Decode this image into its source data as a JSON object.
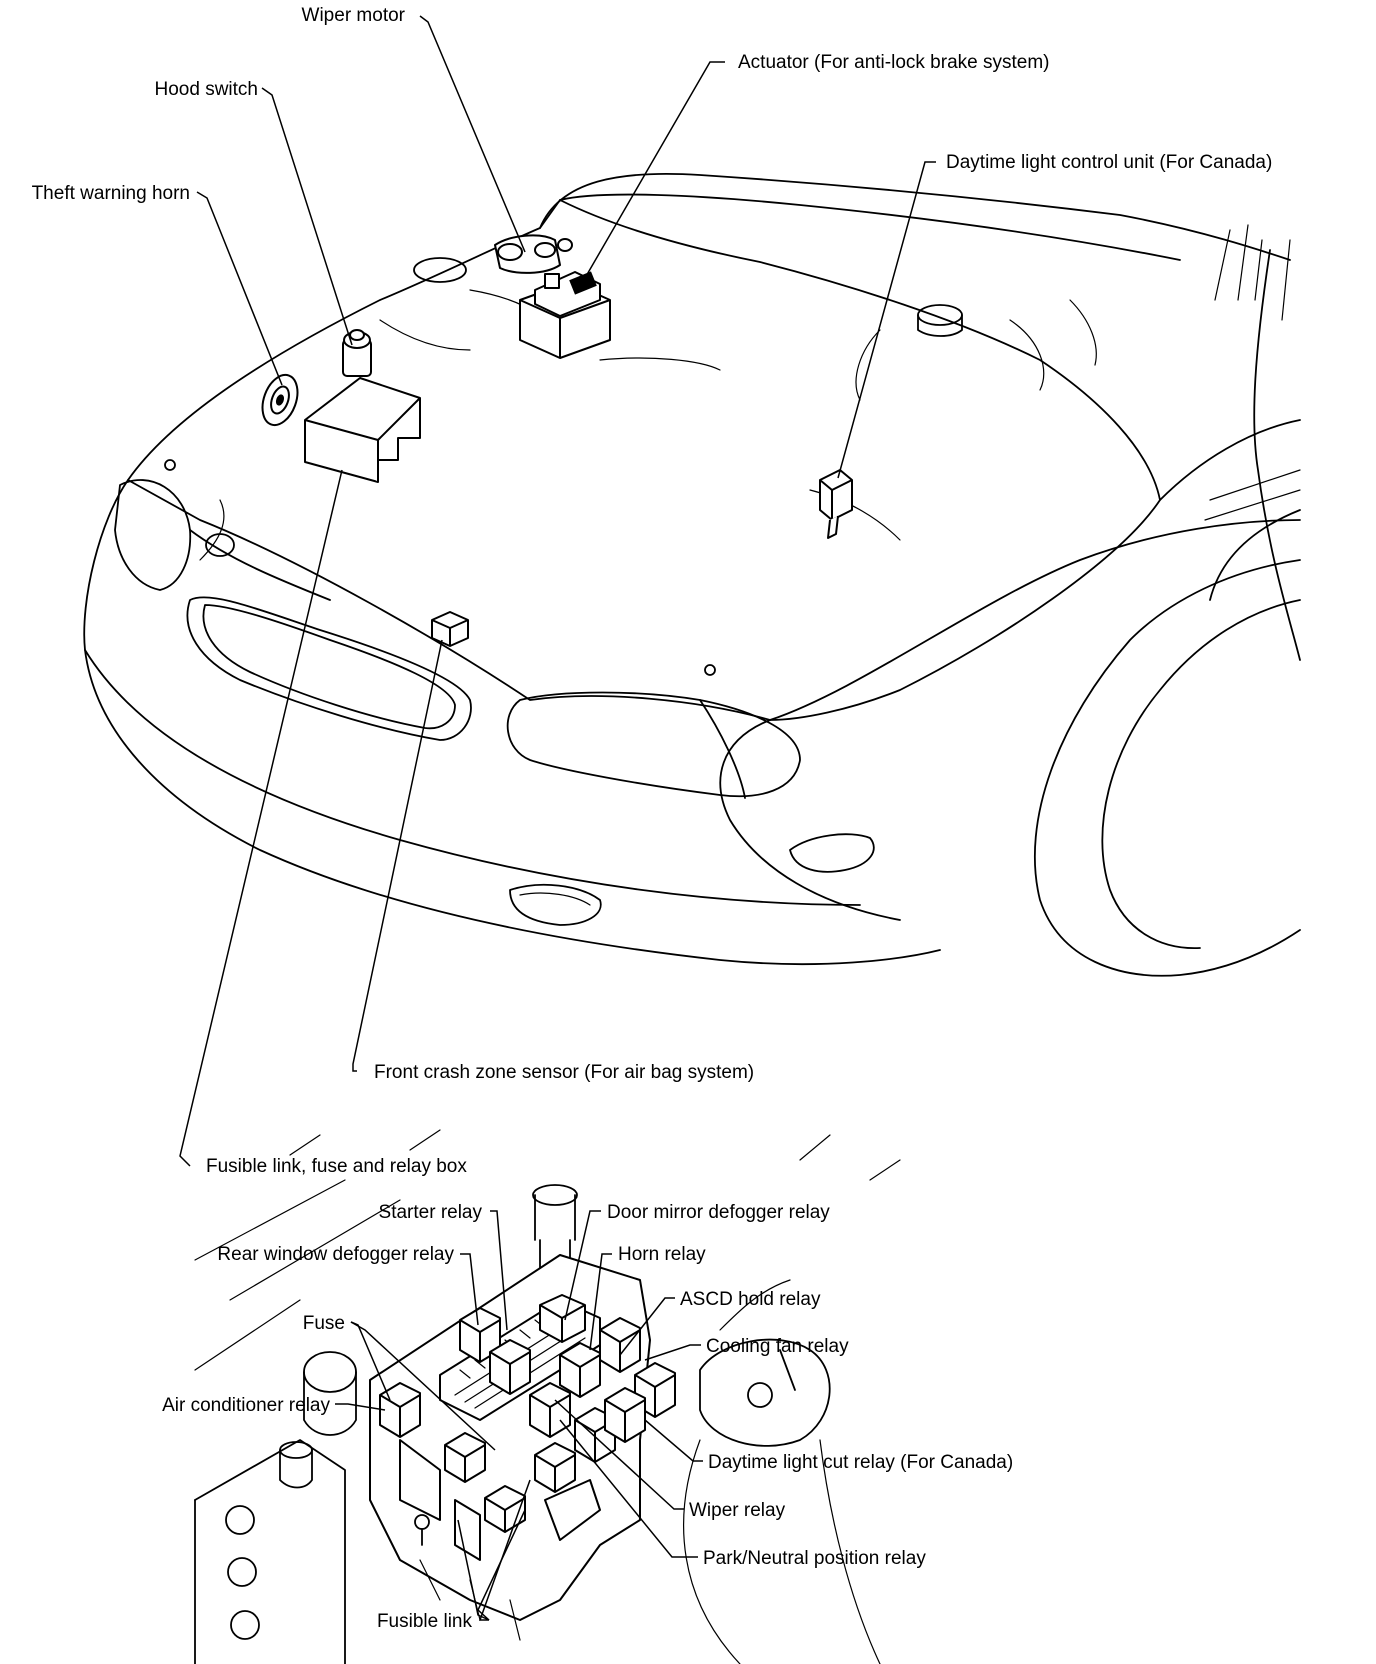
{
  "callouts": {
    "wiper_motor": "Wiper motor",
    "actuator": "Actuator (For anti-lock brake system)",
    "hood_switch": "Hood switch",
    "daytime_light_control_unit": "Daytime light control unit  (For Canada)",
    "theft_warning_horn": "Theft warning horn",
    "front_crash_zone_sensor": "Front crash zone sensor (For air bag system)",
    "fusible_link_box": "Fusible link, fuse and relay box"
  },
  "relay_box_callouts": {
    "starter_relay": "Starter relay",
    "door_mirror_defogger_relay": "Door mirror defogger relay",
    "rear_window_defogger_relay": "Rear window defogger relay",
    "horn_relay": "Horn relay",
    "asc_hold_relay": "ASCD hold relay",
    "fuse": "Fuse",
    "cooling_fan_relay": "Cooling fan relay",
    "air_conditioner_relay": "Air conditioner relay",
    "daytime_light_cut_relay": "Daytime light cut relay (For Canada)",
    "wiper_relay": "Wiper relay",
    "park_neutral_relay": "Park/Neutral position relay",
    "fusible_link": "Fusible link"
  },
  "colors": {
    "ink": "#000000",
    "paper": "#ffffff"
  }
}
